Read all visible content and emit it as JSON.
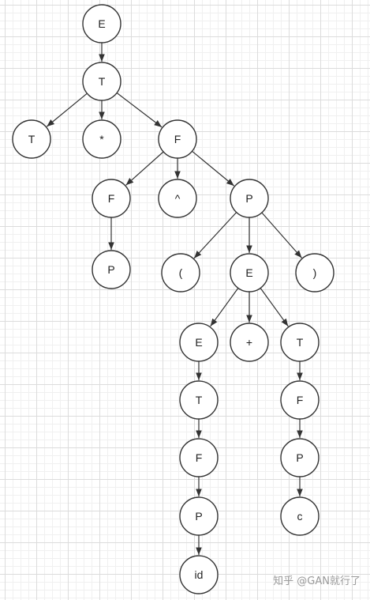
{
  "diagram": {
    "type": "parse-tree",
    "nodes": [
      {
        "id": "n1",
        "label": "E"
      },
      {
        "id": "n2",
        "label": "T"
      },
      {
        "id": "n3",
        "label": "T"
      },
      {
        "id": "n4",
        "label": "*"
      },
      {
        "id": "n5",
        "label": "F"
      },
      {
        "id": "n6",
        "label": "F"
      },
      {
        "id": "n7",
        "label": "^"
      },
      {
        "id": "n8",
        "label": "P"
      },
      {
        "id": "n9",
        "label": "P"
      },
      {
        "id": "n10",
        "label": "("
      },
      {
        "id": "n11",
        "label": "E"
      },
      {
        "id": "n12",
        "label": ")"
      },
      {
        "id": "n13",
        "label": "E"
      },
      {
        "id": "n14",
        "label": "+"
      },
      {
        "id": "n15",
        "label": "T"
      },
      {
        "id": "n16",
        "label": "T"
      },
      {
        "id": "n17",
        "label": "F"
      },
      {
        "id": "n18",
        "label": "F"
      },
      {
        "id": "n19",
        "label": "P"
      },
      {
        "id": "n20",
        "label": "P"
      },
      {
        "id": "n21",
        "label": "c"
      },
      {
        "id": "n22",
        "label": "id"
      }
    ],
    "edges": [
      [
        "n1",
        "n2"
      ],
      [
        "n2",
        "n3"
      ],
      [
        "n2",
        "n4"
      ],
      [
        "n2",
        "n5"
      ],
      [
        "n5",
        "n6"
      ],
      [
        "n5",
        "n7"
      ],
      [
        "n5",
        "n8"
      ],
      [
        "n6",
        "n9"
      ],
      [
        "n8",
        "n10"
      ],
      [
        "n8",
        "n11"
      ],
      [
        "n8",
        "n12"
      ],
      [
        "n11",
        "n13"
      ],
      [
        "n11",
        "n14"
      ],
      [
        "n11",
        "n15"
      ],
      [
        "n13",
        "n16"
      ],
      [
        "n16",
        "n18"
      ],
      [
        "n18",
        "n20"
      ],
      [
        "n20",
        "n22"
      ],
      [
        "n15",
        "n17"
      ],
      [
        "n17",
        "n19"
      ],
      [
        "n19",
        "n21"
      ]
    ]
  },
  "watermark": {
    "text": "知乎 @GAN就行了"
  }
}
